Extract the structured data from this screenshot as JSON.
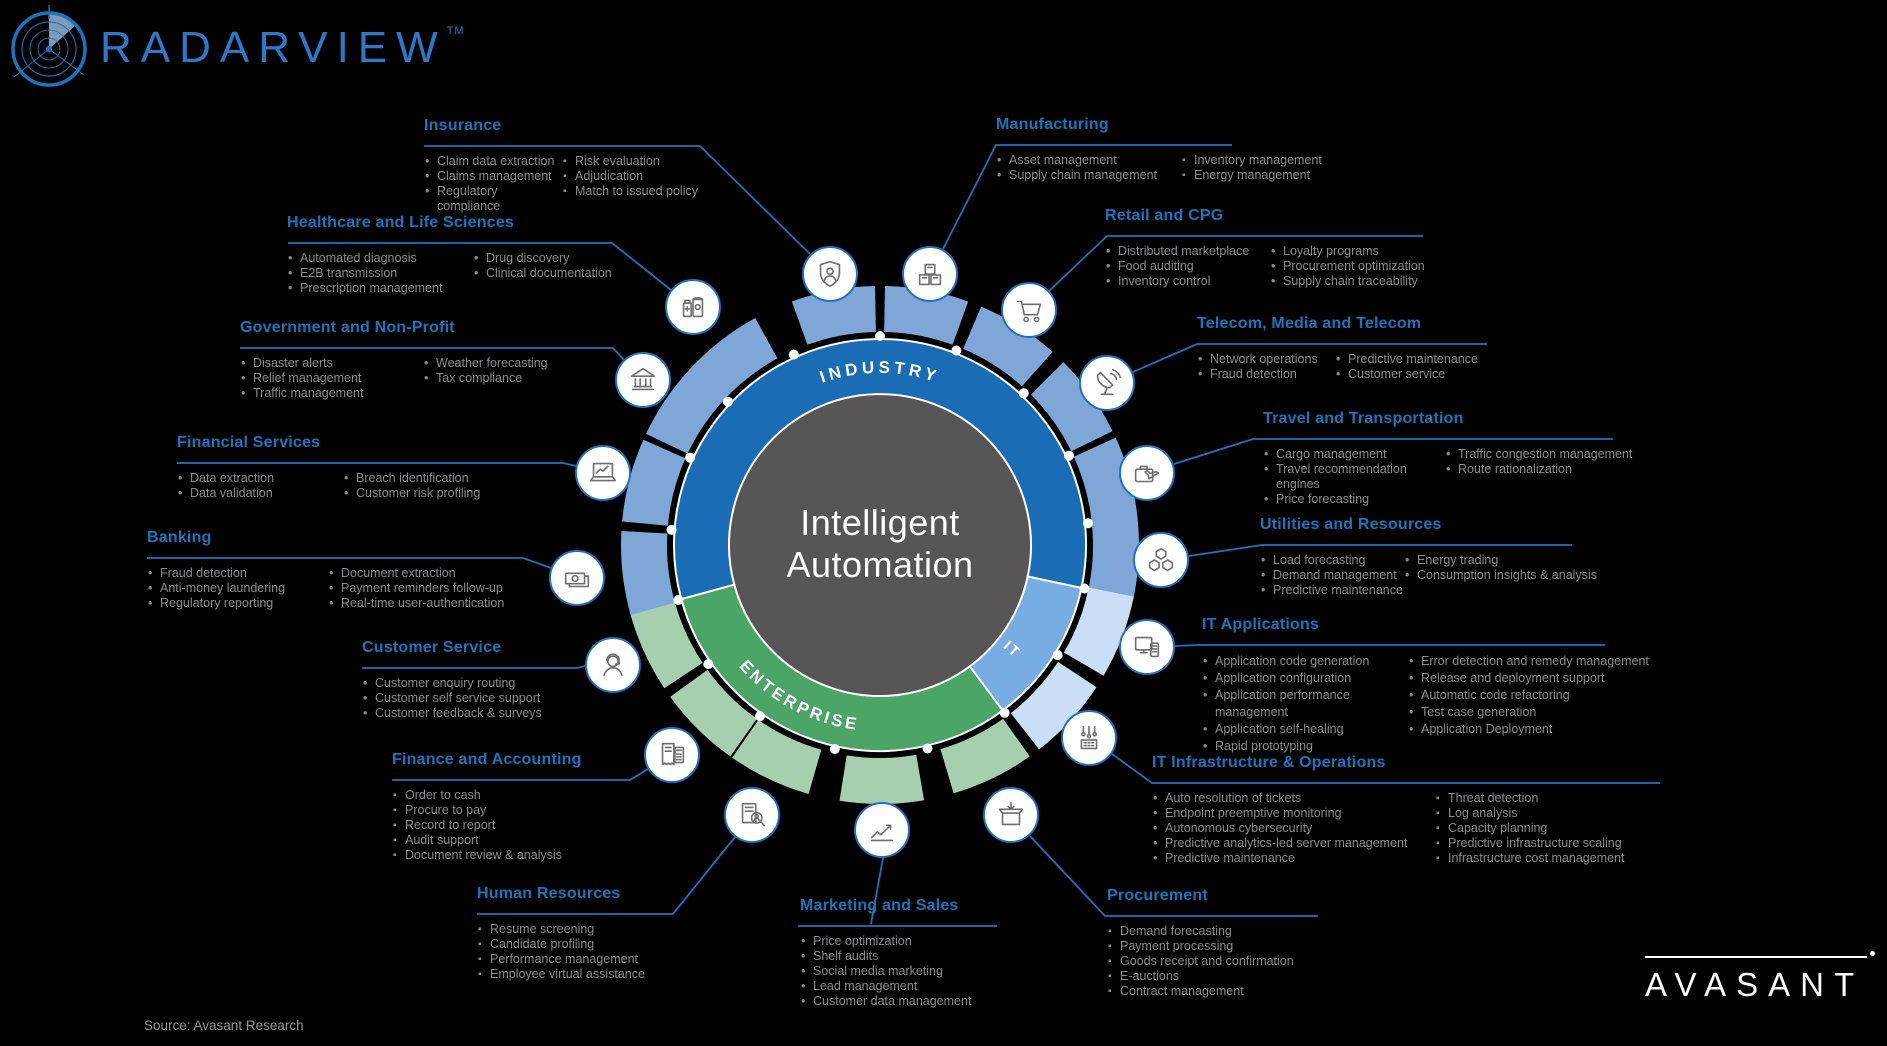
{
  "brand": {
    "name": "RADARVIEW",
    "tm": "TM"
  },
  "wheel": {
    "center_line1": "Intelligent",
    "center_line2": "Automation",
    "industry_label": "INDUSTRY",
    "enterprise_label": "ENTERPRISE",
    "it_label": "IT"
  },
  "sections": {
    "insurance": {
      "title": "Insurance",
      "col1": [
        "Claim data extraction",
        "Claims management",
        "Regulatory compliance"
      ],
      "col2": [
        "Risk evaluation",
        "Adjudication",
        "Match to issued policy"
      ]
    },
    "manufacturing": {
      "title": "Manufacturing",
      "col1": [
        "Asset management",
        "Supply chain management"
      ],
      "col2": [
        "Inventory management",
        "Energy management"
      ]
    },
    "healthcare": {
      "title": "Healthcare and Life Sciences",
      "col1": [
        "Automated diagnosis",
        "E2B transmission",
        "Prescription management"
      ],
      "col2": [
        "Drug discovery",
        "Clinical documentation"
      ]
    },
    "government": {
      "title": "Government and Non-Profit",
      "col1": [
        "Disaster alerts",
        "Relief management",
        "Traffic management"
      ],
      "col2": [
        "Weather forecasting",
        "Tax compliance"
      ]
    },
    "financial_services": {
      "title": "Financial Services",
      "col1": [
        "Data extraction",
        "Data validation"
      ],
      "col2": [
        "Breach identification",
        "Customer risk profiling"
      ]
    },
    "banking": {
      "title": "Banking",
      "col1": [
        "Fraud detection",
        "Anti-money laundering",
        "Regulatory reporting"
      ],
      "col2": [
        "Document extraction",
        "Payment reminders follow-up",
        "Real-time user-authentication"
      ]
    },
    "customer_service": {
      "title": "Customer Service",
      "col1": [
        "Customer enquiry routing",
        "Customer self service support",
        "Customer feedback & surveys"
      ]
    },
    "finance_accounting": {
      "title": "Finance and Accounting",
      "col1": [
        "Order to cash",
        "Procure to pay",
        "Record to report",
        "Audit support",
        "Document review & analysis"
      ]
    },
    "human_resources": {
      "title": "Human Resources",
      "col1": [
        "Resume screening",
        "Candidate profiling",
        "Performance management",
        "Employee virtual assistance"
      ]
    },
    "marketing_sales": {
      "title": "Marketing and Sales",
      "col1": [
        "Price optimization",
        "Shelf audits",
        "Social media marketing",
        "Lead management",
        "Customer data management"
      ]
    },
    "procurement": {
      "title": "Procurement",
      "col1": [
        "Demand forecasting",
        "Payment processing",
        "Goods receipt and confirmation",
        "E-auctions",
        "Contract management"
      ]
    },
    "it_infrastructure": {
      "title": "IT Infrastructure & Operations",
      "col1": [
        "Auto resolution of tickets",
        "Endpoint preemptive monitoring",
        "Autonomous cybersecurity",
        "Predictive analytics-led server management",
        "Predictive maintenance"
      ],
      "col2": [
        "Threat detection",
        "Log analysis",
        "Capacity planning",
        "Predictive infrastructure scaling",
        "Infrastructure cost management"
      ]
    },
    "it_applications": {
      "title": "IT Applications",
      "col1": [
        "Application code generation",
        "Application configuration",
        "Application performance management",
        "Application self-healing",
        "Rapid prototyping"
      ],
      "col2": [
        "Error detection and remedy management",
        "Release and deployment support",
        "Automatic code refactoring",
        "Test case generation",
        "Application Deployment"
      ]
    },
    "utilities": {
      "title": "Utilities and Resources",
      "col1": [
        "Load forecasting",
        "Demand management",
        "Predictive maintenance"
      ],
      "col2": [
        "Energy trading",
        "Consumption insights & analysis"
      ]
    },
    "travel": {
      "title": "Travel and Transportation",
      "col1": [
        "Cargo management",
        "Travel recommendation engines",
        "Price forecasting"
      ],
      "col2": [
        "Traffic congestion management",
        "Route rationalization"
      ]
    },
    "telecom": {
      "title": "Telecom, Media and Telecom",
      "col1": [
        "Network operations",
        "Fraud detection"
      ],
      "col2": [
        "Predictive maintenance",
        "Customer service"
      ]
    },
    "retail": {
      "title": "Retail and CPG",
      "col1": [
        "Distributed marketplace",
        "Food auditing",
        "Inventory control"
      ],
      "col2": [
        "Loyalty programs",
        "Procurement optimization",
        "Supply chain traceability"
      ]
    }
  },
  "icons": {
    "insurance": "shield-person-icon",
    "manufacturing": "stacked-boxes-icon",
    "retail": "shopping-cart-icon",
    "telecom": "satellite-dish-icon",
    "travel": "airplane-suitcase-icon",
    "utilities": "cubes-icon",
    "it_applications": "devices-icon",
    "it_infrastructure": "circuit-server-icon",
    "procurement": "open-box-arrow-icon",
    "marketing_sales": "line-chart-icon",
    "human_resources": "resume-magnifier-icon",
    "finance_accounting": "receipt-calculator-icon",
    "customer_service": "headset-agent-icon",
    "banking": "banknotes-icon",
    "financial_services": "laptop-chart-icon",
    "government": "bank-building-icon",
    "healthcare": "medicine-bottles-icon",
    "brand": "radar-icon"
  },
  "colors": {
    "accent": "#1b75bc",
    "industry_arc": "#1a6cb4",
    "enterprise_arc": "#4ba567",
    "it_arc": "#77ade2",
    "industry_segment": "#7ea7d8",
    "enterprise_segment": "#a6cfb0",
    "it_segment": "#cadef5",
    "center_circle": "#585557",
    "body_text": "#8a8c8e",
    "background": "#000000"
  },
  "footer": {
    "source": "Source: Avasant Research",
    "brand": "AVASANT"
  }
}
